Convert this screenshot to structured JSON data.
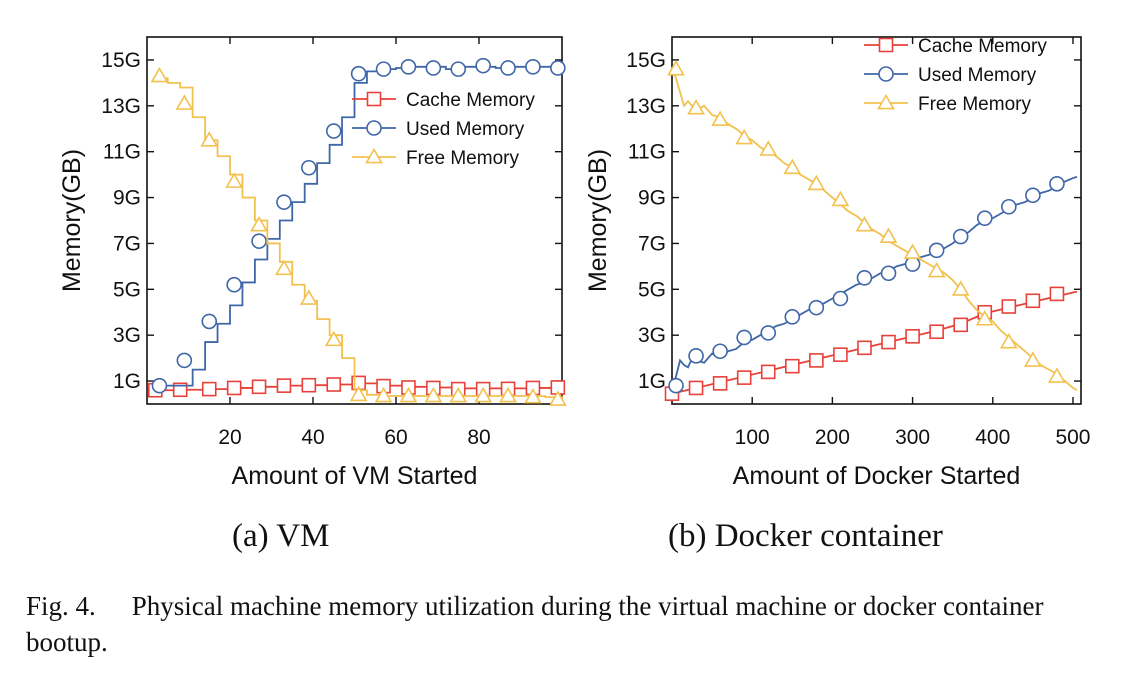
{
  "chart_data": [
    {
      "type": "line",
      "panel_label": "(a)",
      "panel_title": "VM",
      "xlabel": "Amount of VM Started",
      "ylabel": "Memory(GB)",
      "xlim": [
        0,
        100
      ],
      "ylim": [
        0,
        16
      ],
      "x_ticks": [
        20,
        40,
        60,
        80
      ],
      "x_tick_labels": [
        "20",
        "40",
        "60",
        "80"
      ],
      "y_ticks": [
        1,
        3,
        5,
        7,
        9,
        11,
        13,
        15
      ],
      "y_tick_labels": [
        "1G",
        "3G",
        "5G",
        "7G",
        "9G",
        "11G",
        "13G",
        "15G"
      ],
      "grid": false,
      "legend": "center-right",
      "step": true,
      "series": [
        {
          "name": "Cache Memory",
          "color": "#e8413a",
          "marker": "square",
          "x": [
            2,
            8,
            14,
            20,
            26,
            32,
            38,
            44,
            50,
            56,
            62,
            68,
            74,
            80,
            86,
            92,
            98,
            100
          ],
          "y": [
            0.6,
            0.62,
            0.65,
            0.7,
            0.75,
            0.8,
            0.82,
            0.85,
            0.9,
            0.8,
            0.75,
            0.72,
            0.68,
            0.68,
            0.68,
            0.7,
            0.72,
            0.72
          ],
          "marker_x": [
            2,
            8,
            15,
            21,
            27,
            33,
            39,
            45,
            51,
            57,
            63,
            69,
            75,
            81,
            87,
            93,
            99
          ],
          "marker_y": [
            0.6,
            0.62,
            0.65,
            0.7,
            0.75,
            0.8,
            0.82,
            0.85,
            0.92,
            0.78,
            0.72,
            0.7,
            0.65,
            0.65,
            0.66,
            0.7,
            0.72
          ]
        },
        {
          "name": "Used Memory",
          "color": "#3f67a8",
          "marker": "circle",
          "x": [
            2,
            5,
            8,
            11,
            14,
            17,
            20,
            23,
            26,
            29,
            32,
            35,
            38,
            41,
            44,
            47,
            50,
            53,
            56,
            60,
            64,
            68,
            72,
            76,
            80,
            84,
            88,
            92,
            96,
            100
          ],
          "y": [
            0.8,
            0.8,
            0.8,
            1.5,
            2.7,
            3.5,
            4.3,
            5.3,
            6.3,
            7.2,
            8.0,
            8.8,
            9.6,
            10.5,
            11.3,
            12.5,
            14.0,
            14.5,
            14.6,
            14.65,
            14.7,
            14.7,
            14.6,
            14.7,
            14.7,
            14.65,
            14.7,
            14.7,
            14.7,
            14.7
          ],
          "marker_x": [
            3,
            9,
            15,
            21,
            27,
            33,
            39,
            45,
            51,
            57,
            63,
            69,
            75,
            81,
            87,
            93,
            99
          ],
          "marker_y": [
            0.8,
            1.9,
            3.6,
            5.2,
            7.1,
            8.8,
            10.3,
            11.9,
            14.4,
            14.6,
            14.7,
            14.65,
            14.6,
            14.75,
            14.65,
            14.7,
            14.65
          ]
        },
        {
          "name": "Free Memory",
          "color": "#f2c14e",
          "marker": "triangle",
          "x": [
            2,
            5,
            8,
            11,
            14,
            17,
            20,
            23,
            26,
            29,
            32,
            35,
            38,
            41,
            44,
            47,
            50,
            53,
            56,
            60,
            64,
            68,
            72,
            76,
            80,
            84,
            88,
            92,
            96,
            100
          ],
          "y": [
            14.2,
            14.0,
            13.8,
            12.5,
            11.5,
            10.8,
            10.0,
            9.0,
            8.0,
            7.0,
            6.2,
            5.2,
            4.5,
            3.7,
            3.0,
            2.0,
            0.6,
            0.4,
            0.35,
            0.35,
            0.35,
            0.35,
            0.35,
            0.35,
            0.35,
            0.35,
            0.35,
            0.35,
            0.3,
            0.2
          ],
          "marker_x": [
            3,
            9,
            15,
            21,
            27,
            33,
            39,
            45,
            51,
            57,
            63,
            69,
            75,
            81,
            87,
            93,
            99
          ],
          "marker_y": [
            14.3,
            13.1,
            11.5,
            9.7,
            7.8,
            5.9,
            4.6,
            2.8,
            0.4,
            0.35,
            0.35,
            0.35,
            0.35,
            0.35,
            0.35,
            0.3,
            0.2
          ]
        }
      ]
    },
    {
      "type": "line",
      "panel_label": "(b)",
      "panel_title": "Docker container",
      "xlabel": "Amount of Docker Started",
      "ylabel": "Memory(GB)",
      "xlim": [
        0,
        510
      ],
      "ylim": [
        0,
        16
      ],
      "x_ticks": [
        100,
        200,
        300,
        400,
        500
      ],
      "x_tick_labels": [
        "100",
        "200",
        "300",
        "400",
        "500"
      ],
      "y_ticks": [
        1,
        3,
        5,
        7,
        9,
        11,
        13,
        15
      ],
      "y_tick_labels": [
        "1G",
        "3G",
        "5G",
        "7G",
        "9G",
        "11G",
        "13G",
        "15G"
      ],
      "grid": false,
      "legend": "top-right",
      "step": false,
      "series": [
        {
          "name": "Cache Memory",
          "color": "#e8413a",
          "marker": "square",
          "x": [
            0,
            30,
            60,
            90,
            120,
            150,
            180,
            210,
            240,
            270,
            300,
            330,
            360,
            390,
            420,
            450,
            480,
            505
          ],
          "y": [
            0.45,
            0.7,
            0.95,
            1.2,
            1.45,
            1.7,
            1.95,
            2.2,
            2.45,
            2.7,
            2.95,
            3.2,
            3.5,
            3.95,
            4.2,
            4.45,
            4.7,
            4.9
          ],
          "marker_x": [
            0,
            30,
            60,
            90,
            120,
            150,
            180,
            210,
            240,
            270,
            300,
            330,
            360,
            390,
            420,
            450,
            480
          ],
          "marker_y": [
            0.45,
            0.7,
            0.9,
            1.15,
            1.4,
            1.65,
            1.9,
            2.15,
            2.45,
            2.7,
            2.95,
            3.15,
            3.45,
            4.0,
            4.25,
            4.5,
            4.8
          ]
        },
        {
          "name": "Used Memory",
          "color": "#3f67a8",
          "marker": "circle",
          "x": [
            0,
            5,
            10,
            15,
            20,
            25,
            30,
            40,
            50,
            60,
            70,
            80,
            90,
            100,
            110,
            120,
            130,
            140,
            150,
            160,
            170,
            180,
            190,
            200,
            210,
            220,
            230,
            240,
            250,
            260,
            270,
            280,
            290,
            300,
            310,
            320,
            330,
            340,
            350,
            360,
            370,
            380,
            390,
            400,
            410,
            420,
            430,
            440,
            450,
            460,
            470,
            480,
            490,
            500,
            505
          ],
          "y": [
            0.8,
            1.2,
            1.9,
            1.7,
            1.6,
            2.0,
            1.9,
            1.8,
            2.2,
            2.0,
            2.3,
            2.4,
            2.7,
            2.8,
            3.0,
            3.2,
            3.4,
            3.5,
            3.7,
            3.9,
            4.1,
            4.2,
            4.4,
            4.6,
            4.8,
            5.0,
            5.2,
            5.3,
            5.5,
            5.7,
            5.8,
            6.0,
            6.1,
            6.2,
            6.4,
            6.5,
            6.6,
            6.8,
            7.0,
            7.3,
            7.5,
            7.8,
            8.0,
            8.1,
            8.3,
            8.5,
            8.7,
            8.8,
            9.0,
            9.2,
            9.3,
            9.5,
            9.7,
            9.85,
            9.9
          ],
          "marker_x": [
            5,
            30,
            60,
            90,
            120,
            150,
            180,
            210,
            240,
            270,
            300,
            330,
            360,
            390,
            420,
            450,
            480
          ],
          "marker_y": [
            0.8,
            2.1,
            2.3,
            2.9,
            3.1,
            3.8,
            4.2,
            4.6,
            5.5,
            5.7,
            6.1,
            6.7,
            7.3,
            8.1,
            8.6,
            9.1,
            9.6
          ]
        },
        {
          "name": "Free Memory",
          "color": "#f2c14e",
          "marker": "triangle",
          "x": [
            0,
            5,
            10,
            15,
            20,
            30,
            40,
            50,
            60,
            70,
            80,
            90,
            100,
            110,
            120,
            130,
            140,
            150,
            160,
            170,
            180,
            190,
            200,
            210,
            220,
            230,
            240,
            250,
            260,
            270,
            280,
            290,
            300,
            310,
            320,
            330,
            340,
            350,
            360,
            370,
            380,
            390,
            400,
            410,
            420,
            430,
            440,
            450,
            460,
            470,
            480,
            490,
            500,
            505
          ],
          "y": [
            14.7,
            14.2,
            13.6,
            13.0,
            13.2,
            12.8,
            13.0,
            12.6,
            12.5,
            12.2,
            12.0,
            11.7,
            11.5,
            11.2,
            11.0,
            10.8,
            10.5,
            10.3,
            10.0,
            9.8,
            9.6,
            9.3,
            9.0,
            8.7,
            8.4,
            8.2,
            7.9,
            7.6,
            7.4,
            7.1,
            6.9,
            6.7,
            6.5,
            6.3,
            6.1,
            5.9,
            5.7,
            5.4,
            5.0,
            4.5,
            4.1,
            3.8,
            3.6,
            3.2,
            2.9,
            2.6,
            2.3,
            2.0,
            1.7,
            1.5,
            1.3,
            1.0,
            0.7,
            0.6
          ],
          "marker_x": [
            5,
            30,
            60,
            90,
            120,
            150,
            180,
            210,
            240,
            270,
            300,
            330,
            360,
            390,
            420,
            450,
            480
          ],
          "marker_y": [
            14.6,
            12.9,
            12.4,
            11.6,
            11.1,
            10.3,
            9.6,
            8.9,
            7.8,
            7.3,
            6.6,
            5.8,
            5.0,
            3.7,
            2.7,
            1.9,
            1.2
          ]
        }
      ]
    }
  ],
  "captions": {
    "panel_a": "(a)  VM",
    "panel_b": "(b)  Docker container",
    "figure_number": "Fig. 4.",
    "figure_text": "Physical machine memory utilization during the virtual machine or docker container bootup."
  }
}
